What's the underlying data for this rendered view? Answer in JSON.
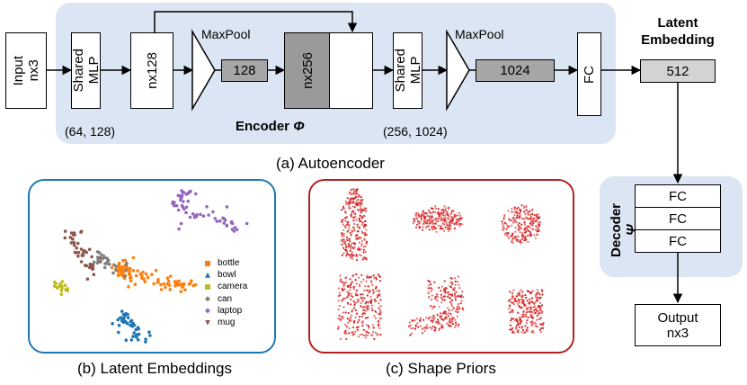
{
  "encoder": {
    "title": "Encoder",
    "symbol": "Φ",
    "input": [
      "Input",
      "nx3"
    ],
    "mlp1": [
      "Shared",
      "MLP"
    ],
    "mlp1_dims": "(64, 128)",
    "feat1": "nx128",
    "maxpool1": "MaxPool",
    "vec1": "128",
    "feat2": "nx256",
    "mlp2": [
      "Shared",
      "MLP"
    ],
    "mlp2_dims": "(256, 1024)",
    "maxpool2": "MaxPool",
    "vec2": "1024",
    "fc": "FC"
  },
  "latent": {
    "title": [
      "Latent",
      "Embedding"
    ],
    "value": "512"
  },
  "decoder": {
    "title": "Decoder",
    "symbol": "Ψ",
    "layers": [
      "FC",
      "FC",
      "FC"
    ],
    "output": [
      "Output",
      "nx3"
    ]
  },
  "captions": {
    "a": "(a) Autoencoder",
    "b": "(b) Latent Embeddings",
    "c": "(c) Shape Priors"
  },
  "legend": [
    {
      "label": "bottle",
      "color": "#ff7f0e"
    },
    {
      "label": "bowl",
      "color": "#1f77b4"
    },
    {
      "label": "camera",
      "color": "#bcbd22"
    },
    {
      "label": "can",
      "color": "#7f7f7f"
    },
    {
      "label": "laptop",
      "color": "#9467bd"
    },
    {
      "label": "mug",
      "color": "#8c564b"
    }
  ]
}
